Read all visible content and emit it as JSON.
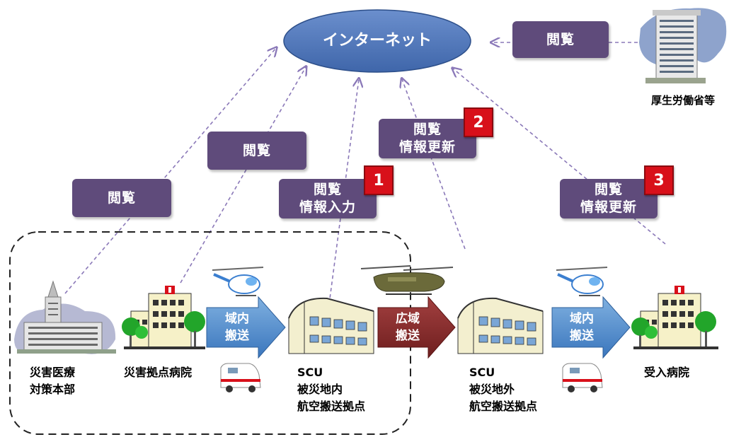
{
  "internet": "インターネット",
  "boxes": {
    "health_ministry": "閲覧",
    "hq": "閲覧",
    "base_hospital": "閲覧",
    "scu_in": {
      "line1": "閲覧",
      "line2": "情報入力",
      "badge": "1"
    },
    "scu_out": {
      "line1": "閲覧",
      "line2": "情報更新",
      "badge": "2"
    },
    "receiving": {
      "line1": "閲覧",
      "line2": "情報更新",
      "badge": "3"
    }
  },
  "facilities": {
    "ministry": "厚生労働省等",
    "hq_line1": "災害医療",
    "hq_line2": "対策本部",
    "base_hospital": "災害拠点病院",
    "scu_in_1": "SCU",
    "scu_in_2": "被災地内",
    "scu_in_3": "航空搬送拠点",
    "scu_out_1": "SCU",
    "scu_out_2": "被災地外",
    "scu_out_3": "航空搬送拠点",
    "receiving": "受入病院"
  },
  "transport": {
    "local1_line1": "域内",
    "local1_line2": "搬送",
    "wide_line1": "広域",
    "wide_line2": "搬送",
    "local2_line1": "域内",
    "local2_line2": "搬送"
  },
  "colors": {
    "internet_fill": "#4f76b8",
    "box_fill": "#5f4b7b",
    "badge_fill": "#d8101a",
    "local_arrow": "#4a86c8",
    "wide_arrow": "#8b2b2b",
    "dashed_line": "#8a78b8"
  }
}
